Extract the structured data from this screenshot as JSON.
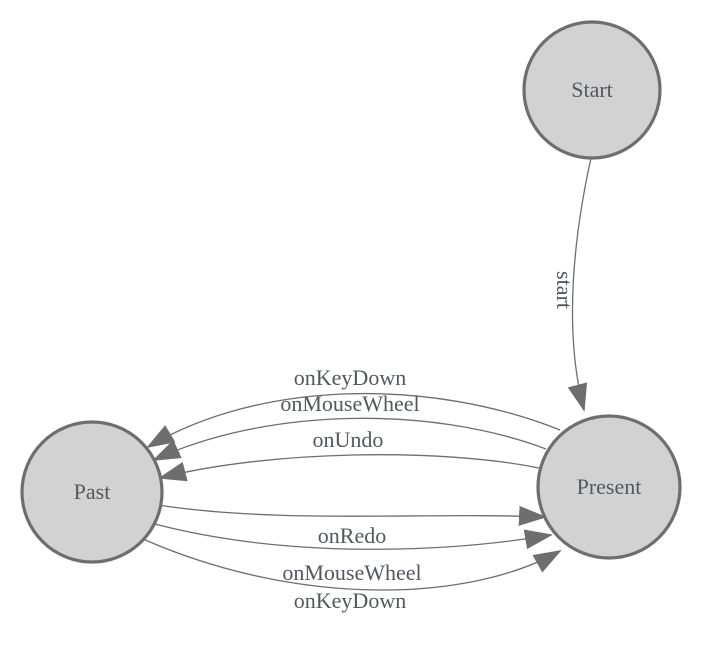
{
  "diagram": {
    "type": "state-diagram",
    "nodes": [
      {
        "id": "start",
        "label": "Start"
      },
      {
        "id": "present",
        "label": "Present"
      },
      {
        "id": "past",
        "label": "Past"
      }
    ],
    "edges": [
      {
        "from": "start",
        "to": "present",
        "label": "start"
      },
      {
        "from": "present",
        "to": "past",
        "label": "onKeyDown"
      },
      {
        "from": "present",
        "to": "past",
        "label": "onMouseWheel"
      },
      {
        "from": "present",
        "to": "past",
        "label": "onUndo"
      },
      {
        "from": "past",
        "to": "present",
        "label": "onRedo"
      },
      {
        "from": "past",
        "to": "present",
        "label": "onMouseWheel"
      },
      {
        "from": "past",
        "to": "present",
        "label": "onKeyDown"
      }
    ],
    "colors": {
      "background": "#ffffff",
      "node_fill": "#d2d2d2",
      "node_stroke": "#6e6e6e",
      "edge_stroke": "#6e6e6e",
      "arrow_fill": "#6e6e6e",
      "text": "#54585c"
    }
  }
}
